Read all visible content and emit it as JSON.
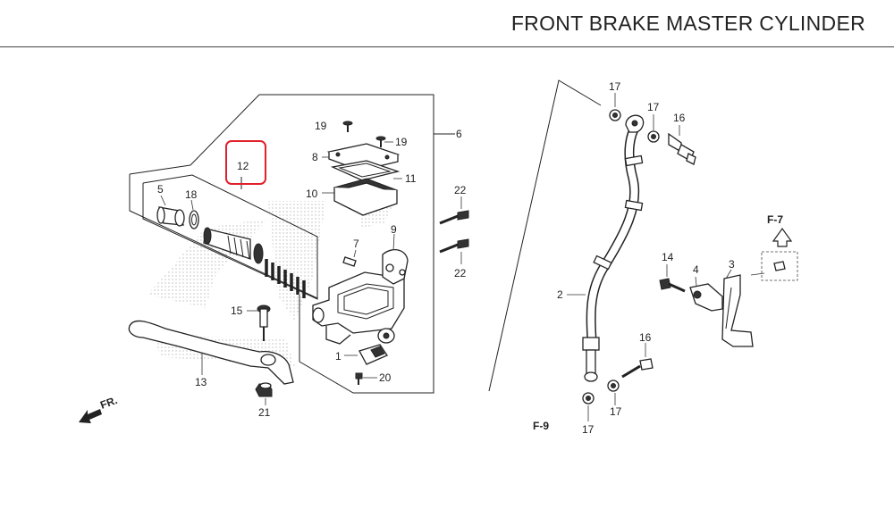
{
  "header": {
    "title": "FRONT BRAKE MASTER CYLINDER"
  },
  "highlight": {
    "color": "#e0202a"
  },
  "refs": {
    "f7": "F-7",
    "f9": "F-9",
    "fr": "FR."
  },
  "callouts": {
    "c1": "1",
    "c2": "2",
    "c3": "3",
    "c4": "4",
    "c5": "5",
    "c6": "6",
    "c7": "7",
    "c8": "8",
    "c9": "9",
    "c10": "10",
    "c11": "11",
    "c12": "12",
    "c13": "13",
    "c14": "14",
    "c15": "15",
    "c16a": "16",
    "c16b": "16",
    "c17a": "17",
    "c17b": "17",
    "c17c": "17",
    "c17d": "17",
    "c18": "18",
    "c19a": "19",
    "c19b": "19",
    "c20": "20",
    "c21": "21",
    "c22a": "22",
    "c22b": "22"
  }
}
